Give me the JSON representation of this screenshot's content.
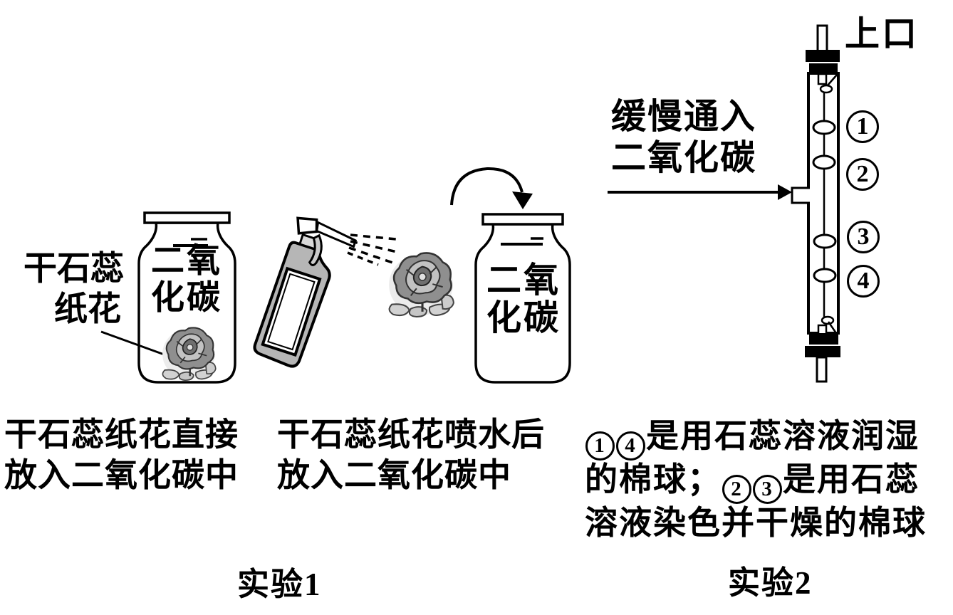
{
  "experiment1": {
    "flower_pointer_label": {
      "line1": "干石蕊",
      "line2": "纸花"
    },
    "bottle_left_gas": {
      "line1": "二氧",
      "line2": "化碳"
    },
    "bottle_right_gas": {
      "line1": "二氧",
      "line2": "化碳"
    },
    "caption_left": {
      "line1": "干石蕊纸花直接",
      "line2": "放入二氧化碳中"
    },
    "caption_right": {
      "line1": "干石蕊纸花喷水后",
      "line2": "放入二氧化碳中"
    },
    "title": "实验1"
  },
  "experiment2": {
    "inlet_label": {
      "line1": "缓慢通入",
      "line2": "二氧化碳"
    },
    "top_opening_label": "上口",
    "cotton_ball_labels": [
      "1",
      "2",
      "3",
      "4"
    ],
    "note": {
      "line1_circle1": "1",
      "line1_circle2": "4",
      "line1_text": "是用石蕊溶液润湿",
      "line2_text1": "的棉球；",
      "line2_circle1": "2",
      "line2_circle2": "3",
      "line2_text2": "是用石蕊",
      "line3_text": "溶液染色并干燥的棉球"
    },
    "title": "实验2"
  },
  "colors": {
    "ink": "#000000",
    "spray_bottle_gray": "#b6b6b6",
    "flower_outer_gray": "#8f8f8f",
    "flower_mid_gray": "#c2c2c2",
    "leaf_gray": "#d2d2d2"
  }
}
